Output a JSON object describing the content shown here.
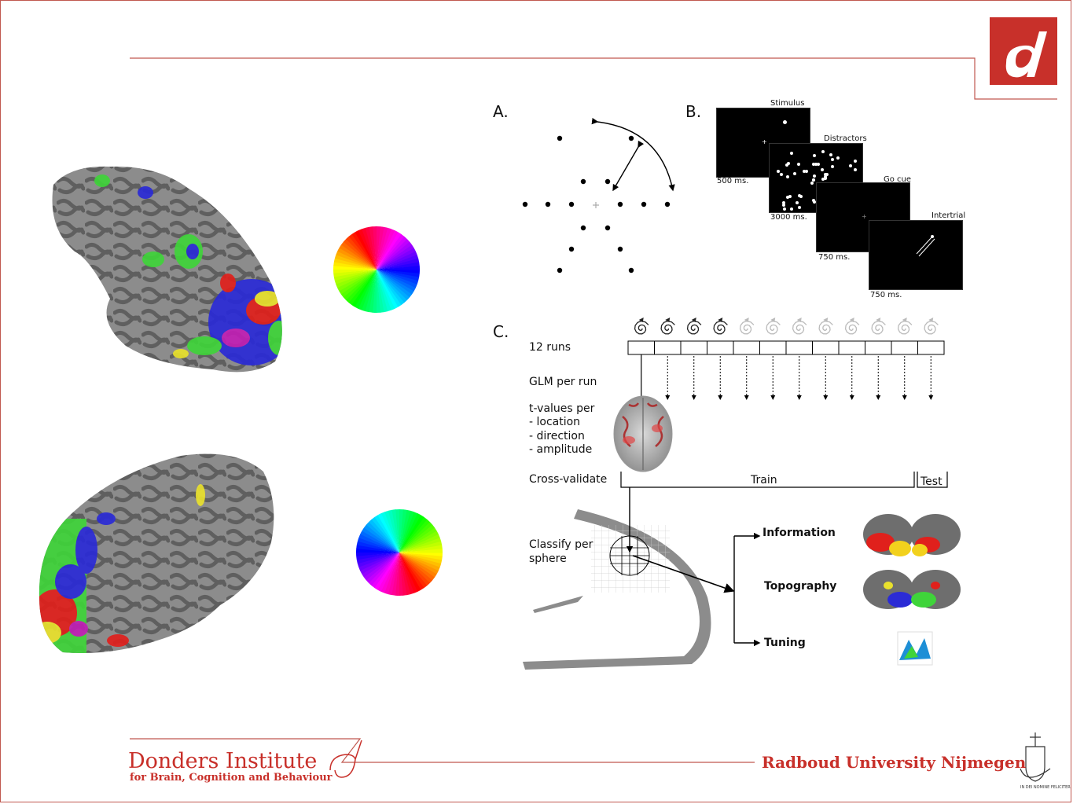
{
  "panels": {
    "a_label": "A.",
    "b_label": "B.",
    "c_label": "C."
  },
  "task": {
    "stimulus_label": "Stimulus",
    "distractors_label": "Distractors",
    "go_cue_label": "Go cue",
    "intertrial_label": "Intertrial",
    "t_stimulus": "500 ms.",
    "t_distractors": "3000 ms.",
    "t_go": "750 ms.",
    "t_intertrial": "750 ms."
  },
  "pipeline": {
    "runs_label": "12 runs",
    "glm_label": "GLM per run",
    "tvalues_lines": [
      "t-values per",
      "- location",
      "- direction",
      "- amplitude"
    ],
    "crossval_label": "Cross-validate",
    "train_label": "Train",
    "test_label": "Test",
    "classify_lines": [
      "Classify per",
      "sphere"
    ],
    "outputs": [
      "Information",
      "Topography",
      "Tuning"
    ]
  },
  "footer": {
    "institute_name": "Donders Institute",
    "institute_sub": "for Brain, Cognition and Behaviour",
    "university": "Radboud University Nijmegen",
    "seal_text": "IN DEI NOMINE FELICITER"
  },
  "colors": {
    "brand_red": "#c8302a",
    "frame_red": "#c0584f",
    "cortex_gray": "#7a7a7a"
  },
  "icons": [
    "logo-d-icon",
    "color-wheel-icon",
    "brain-icon",
    "spiral-icon",
    "seal-icon"
  ]
}
